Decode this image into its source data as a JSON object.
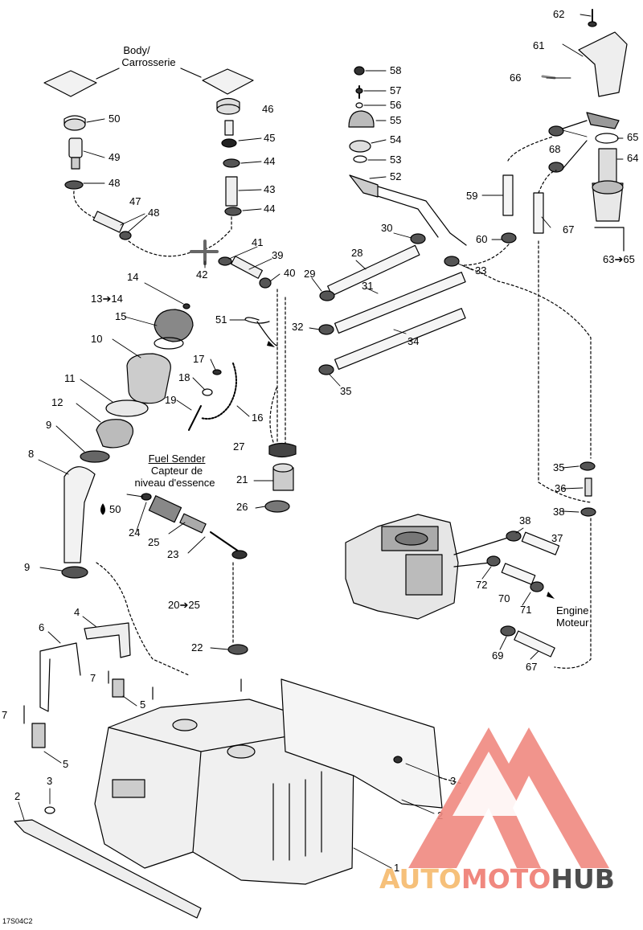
{
  "labels": {
    "body_en": "Body/",
    "body_fr": "Carrosserie",
    "fuel_sender_en": "Fuel Sender",
    "fuel_sender_fr1": "Capteur de",
    "fuel_sender_fr2": "niveau d'essence",
    "engine_en": "Engine",
    "engine_fr": "Moteur",
    "drawing_code": "17S04C2"
  },
  "callouts": {
    "c62": "62",
    "c61": "61",
    "c66": "66",
    "c65": "65",
    "c64": "64",
    "c68": "68",
    "c58": "58",
    "c57": "57",
    "c56": "56",
    "c55": "55",
    "c54": "54",
    "c53": "53",
    "c52": "52",
    "c50": "50",
    "c49": "49",
    "c48a": "48",
    "c47": "47",
    "c48b": "48",
    "c46": "46",
    "c45": "45",
    "c44a": "44",
    "c43": "43",
    "c44b": "44",
    "c42": "42",
    "c41": "41",
    "c39": "39",
    "c40": "40",
    "c30": "30",
    "c28": "28",
    "c29": "29",
    "c31": "31",
    "c32": "32",
    "c34": "34",
    "c35a": "35",
    "c33": "33",
    "c59": "59",
    "c60": "60",
    "c67a": "67",
    "c6365": "63➔65",
    "c14": "14",
    "c1314": "13➔14",
    "c15": "15",
    "c10": "10",
    "c11": "11",
    "c12": "12",
    "c9a": "9",
    "c8": "8",
    "c51": "51",
    "c17": "17",
    "c18": "18",
    "c19": "19",
    "c16": "16",
    "c27": "27",
    "c21": "21",
    "c26": "26",
    "c50b": "50",
    "c24": "24",
    "c25": "25",
    "c23": "23",
    "c35b": "35",
    "c36": "36",
    "c38a": "38",
    "c38b": "38",
    "c37": "37",
    "c72": "72",
    "c70": "70",
    "c71": "71",
    "c69": "69",
    "c67b": "67",
    "c9b": "9",
    "c2025": "20➔25",
    "c22": "22",
    "c4": "4",
    "c6": "6",
    "c7a": "7",
    "c5a": "5",
    "c7b": "7",
    "c5b": "5",
    "c3a": "3",
    "c2a": "2",
    "c3b": "3",
    "c2b": "2",
    "c1": "1"
  },
  "watermark": {
    "part1": "AUTO",
    "part2": "MOTO",
    "part3": "HUB",
    "colors": {
      "part1": "#f6c07a",
      "part2": "#f0887f",
      "part3": "#4d4d4d"
    }
  },
  "icons": {
    "oil_drop": "oil-drop-icon",
    "arrow": "arrow-icon"
  }
}
